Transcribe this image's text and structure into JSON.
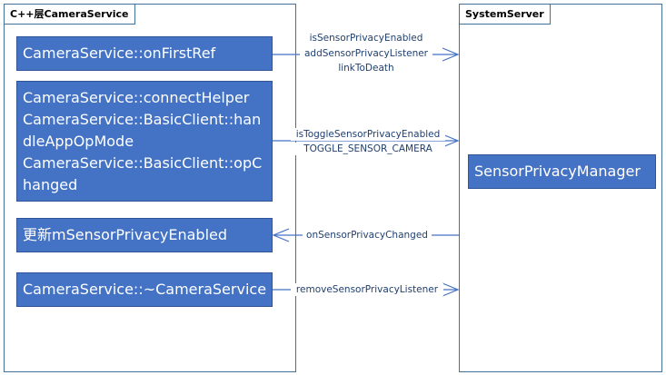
{
  "left_container": {
    "title": "C++层CameraService"
  },
  "right_container": {
    "title": "SystemServer"
  },
  "boxes": {
    "on_first_ref": "CameraService::onFirstRef",
    "connect_helper": [
      "CameraService::connectHelper",
      "CameraService::BasicClient::han",
      "dleAppOpMode",
      "CameraService::BasicClient::opC",
      "hanged"
    ],
    "update_enabled": "更新mSensorPrivacyEnabled",
    "destructor": "CameraService::~CameraService",
    "sensor_privacy_manager": "SensorPrivacyManager"
  },
  "connectors": {
    "first": [
      "isSensorPrivacyEnabled",
      "addSensorPrivacyListener",
      "linkToDeath"
    ],
    "second": [
      "isToggleSensorPrivacyEnabled",
      "TOGGLE_SENSOR_CAMERA"
    ],
    "third": "onSensorPrivacyChanged",
    "fourth": "removeSensorPrivacyListener"
  }
}
